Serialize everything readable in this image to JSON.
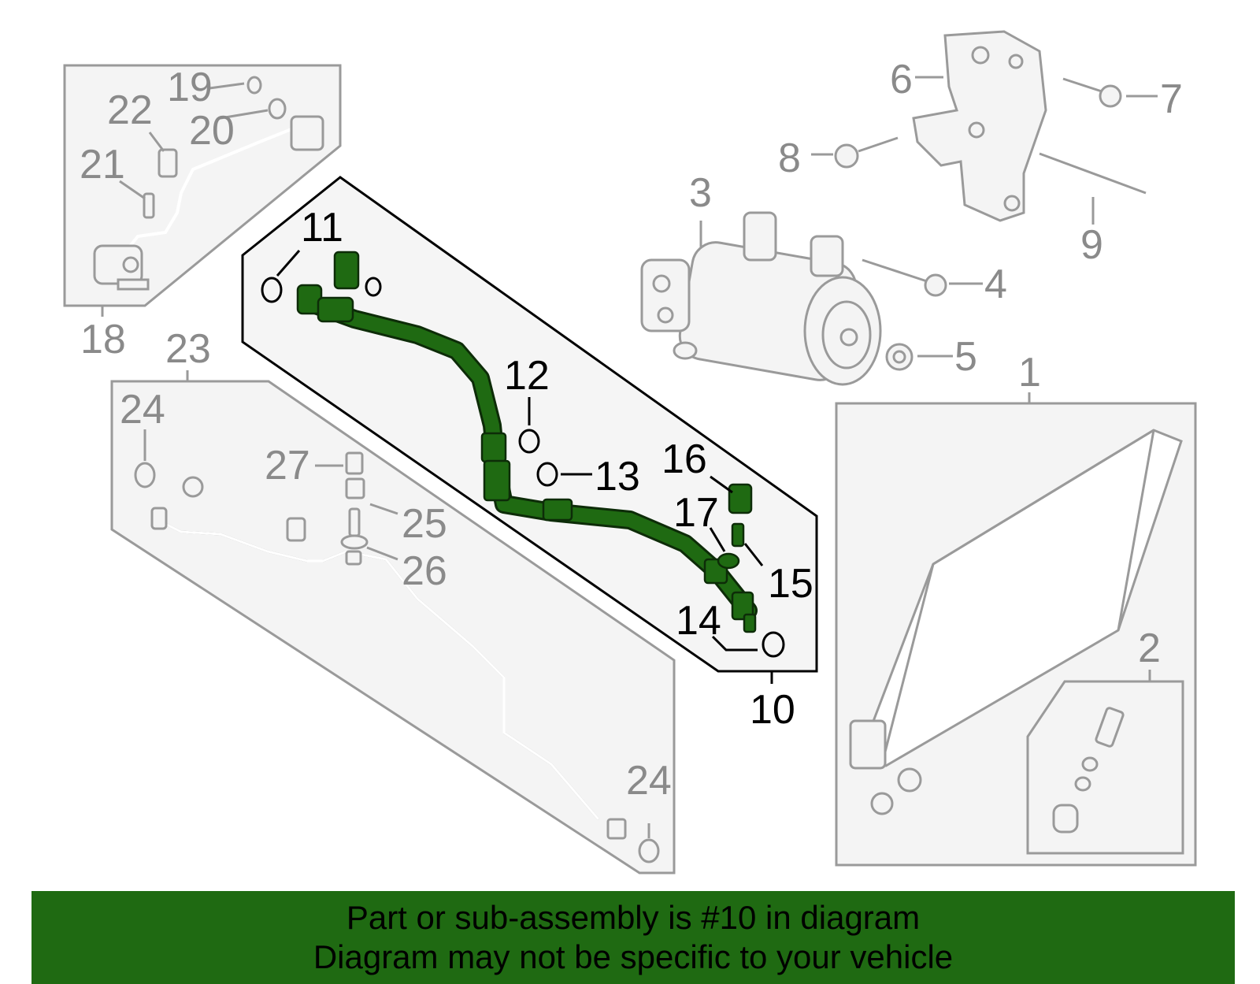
{
  "callouts": {
    "c1": "1",
    "c2": "2",
    "c3": "3",
    "c4": "4",
    "c5": "5",
    "c6": "6",
    "c7": "7",
    "c8": "8",
    "c9": "9",
    "c10": "10",
    "c11": "11",
    "c12": "12",
    "c13": "13",
    "c14": "14",
    "c15": "15",
    "c16": "16",
    "c17": "17",
    "c18": "18",
    "c19": "19",
    "c20": "20",
    "c21": "21",
    "c22": "22",
    "c23": "23",
    "c24a": "24",
    "c24b": "24",
    "c25": "25",
    "c26": "26",
    "c27": "27"
  },
  "banner": {
    "line1": "Part or sub-assembly is #10 in diagram",
    "line2": "Diagram may not be specific to your vehicle"
  },
  "highlighted_part": "10",
  "colors": {
    "highlight": "#1f6a12",
    "other_parts": "#9a9a9a",
    "banner_bg": "#1f6a12"
  }
}
